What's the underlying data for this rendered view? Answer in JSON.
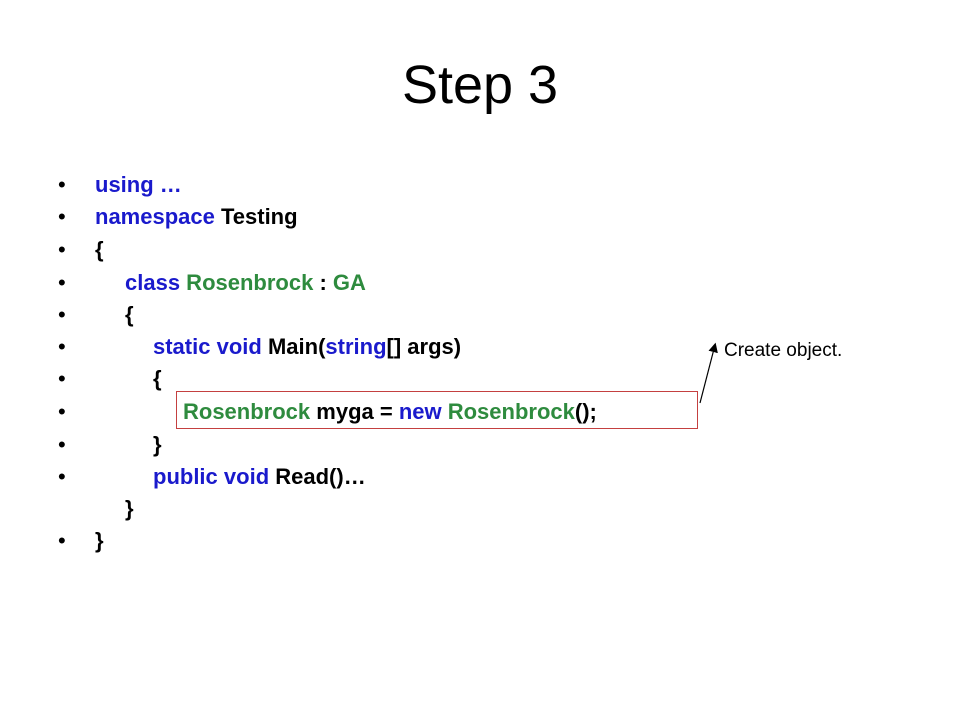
{
  "slide": {
    "title": "Step 3",
    "bullet_char": "•",
    "annotation": "Create object."
  },
  "code_lines": [
    {
      "bullet": true,
      "tokens": [
        {
          "t": "using …",
          "c": "kw"
        }
      ]
    },
    {
      "bullet": true,
      "tokens": [
        {
          "t": "namespace",
          "c": "kw"
        },
        {
          "t": " Testing",
          "c": "tx"
        }
      ]
    },
    {
      "bullet": true,
      "tokens": [
        {
          "t": "{",
          "c": "tx"
        }
      ]
    },
    {
      "bullet": true,
      "tokens": [
        {
          "t": "class",
          "c": "kw"
        },
        {
          "t": " Rosenbrock",
          "c": "ty"
        },
        {
          "t": " : ",
          "c": "tx"
        },
        {
          "t": "GA",
          "c": "ty"
        }
      ]
    },
    {
      "bullet": true,
      "tokens": [
        {
          "t": "{",
          "c": "tx"
        }
      ]
    },
    {
      "bullet": true,
      "tokens": [
        {
          "t": "static",
          "c": "kw"
        },
        {
          "t": " ",
          "c": "tx"
        },
        {
          "t": "void",
          "c": "kw"
        },
        {
          "t": " Main(",
          "c": "tx"
        },
        {
          "t": "string",
          "c": "kw"
        },
        {
          "t": "[] args)",
          "c": "tx"
        }
      ]
    },
    {
      "bullet": true,
      "tokens": [
        {
          "t": "{",
          "c": "tx"
        }
      ]
    },
    {
      "bullet": true,
      "tokens": [
        {
          "t": "Rosenbrock",
          "c": "ty"
        },
        {
          "t": " myga = ",
          "c": "tx"
        },
        {
          "t": "new",
          "c": "kw"
        },
        {
          "t": " ",
          "c": "tx"
        },
        {
          "t": "Rosenbrock",
          "c": "ty"
        },
        {
          "t": "();",
          "c": "tx"
        }
      ]
    },
    {
      "bullet": true,
      "tokens": [
        {
          "t": "}",
          "c": "tx"
        }
      ]
    },
    {
      "bullet": true,
      "tokens": [
        {
          "t": "public",
          "c": "kw"
        },
        {
          "t": " ",
          "c": "tx"
        },
        {
          "t": "void",
          "c": "kw"
        },
        {
          "t": " Read()…",
          "c": "tx"
        }
      ]
    },
    {
      "bullet": false,
      "tokens": [
        {
          "t": "}",
          "c": "tx"
        }
      ]
    },
    {
      "bullet": true,
      "tokens": [
        {
          "t": "}",
          "c": "tx"
        }
      ]
    }
  ],
  "colors": {
    "keyword": "#1a1acc",
    "type": "#2e8b3e",
    "text": "#000000",
    "highlight_border": "#c44040"
  }
}
